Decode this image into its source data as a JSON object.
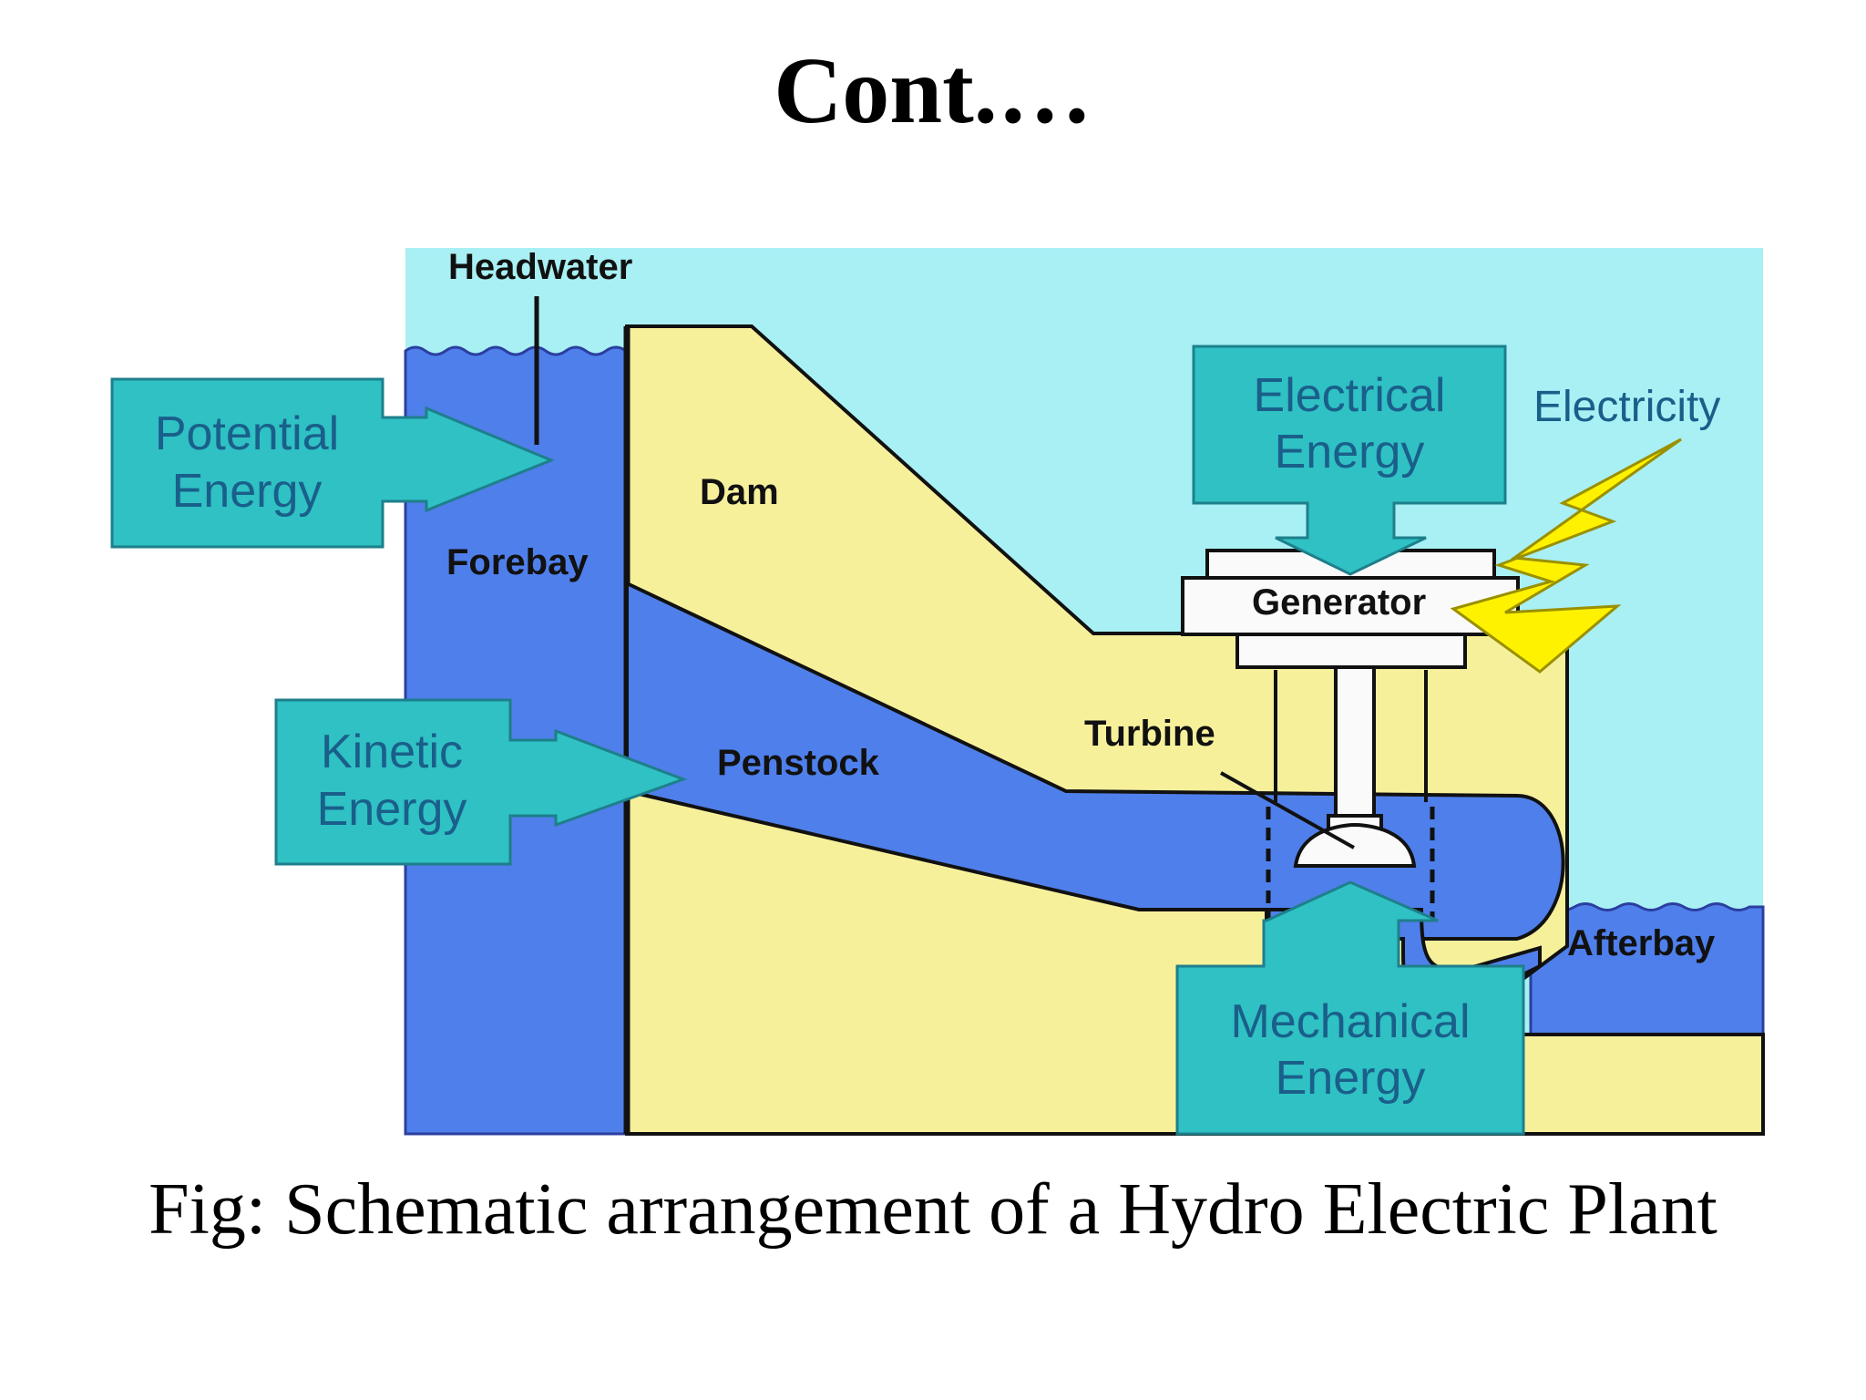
{
  "slide": {
    "title": "Cont.…",
    "caption": "Fig: Schematic arrangement of a Hydro Electric Plant"
  },
  "diagram": {
    "labels": {
      "headwater": "Headwater",
      "dam": "Dam",
      "forebay": "Forebay",
      "penstock": "Penstock",
      "turbine": "Turbine",
      "generator": "Generator",
      "afterbay": "Afterbay",
      "electricity": "Electricity"
    },
    "energy_boxes": {
      "potential": [
        "Potential",
        "Energy"
      ],
      "kinetic": [
        "Kinetic",
        "Energy"
      ],
      "electrical": [
        "Electrical",
        "Energy"
      ],
      "mechanical": [
        "Mechanical",
        "Energy"
      ]
    },
    "colors": {
      "sky": "#a8f0f4",
      "water": "#4f7fea",
      "dam": "#f7f09b",
      "box": "#2fc1c4",
      "box_text": "#1a5f8a",
      "generator": "#fafafa",
      "lightning": "#fff200"
    }
  }
}
